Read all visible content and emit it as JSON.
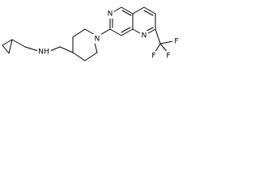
{
  "structure": {
    "atom_labels": {
      "amine_nh": "NH",
      "piperidine_n": "N",
      "naphthyridine_n_top": "N",
      "naphthyridine_n_right": "N",
      "f_a": "F",
      "f_b": "F",
      "f_c": "F"
    }
  }
}
